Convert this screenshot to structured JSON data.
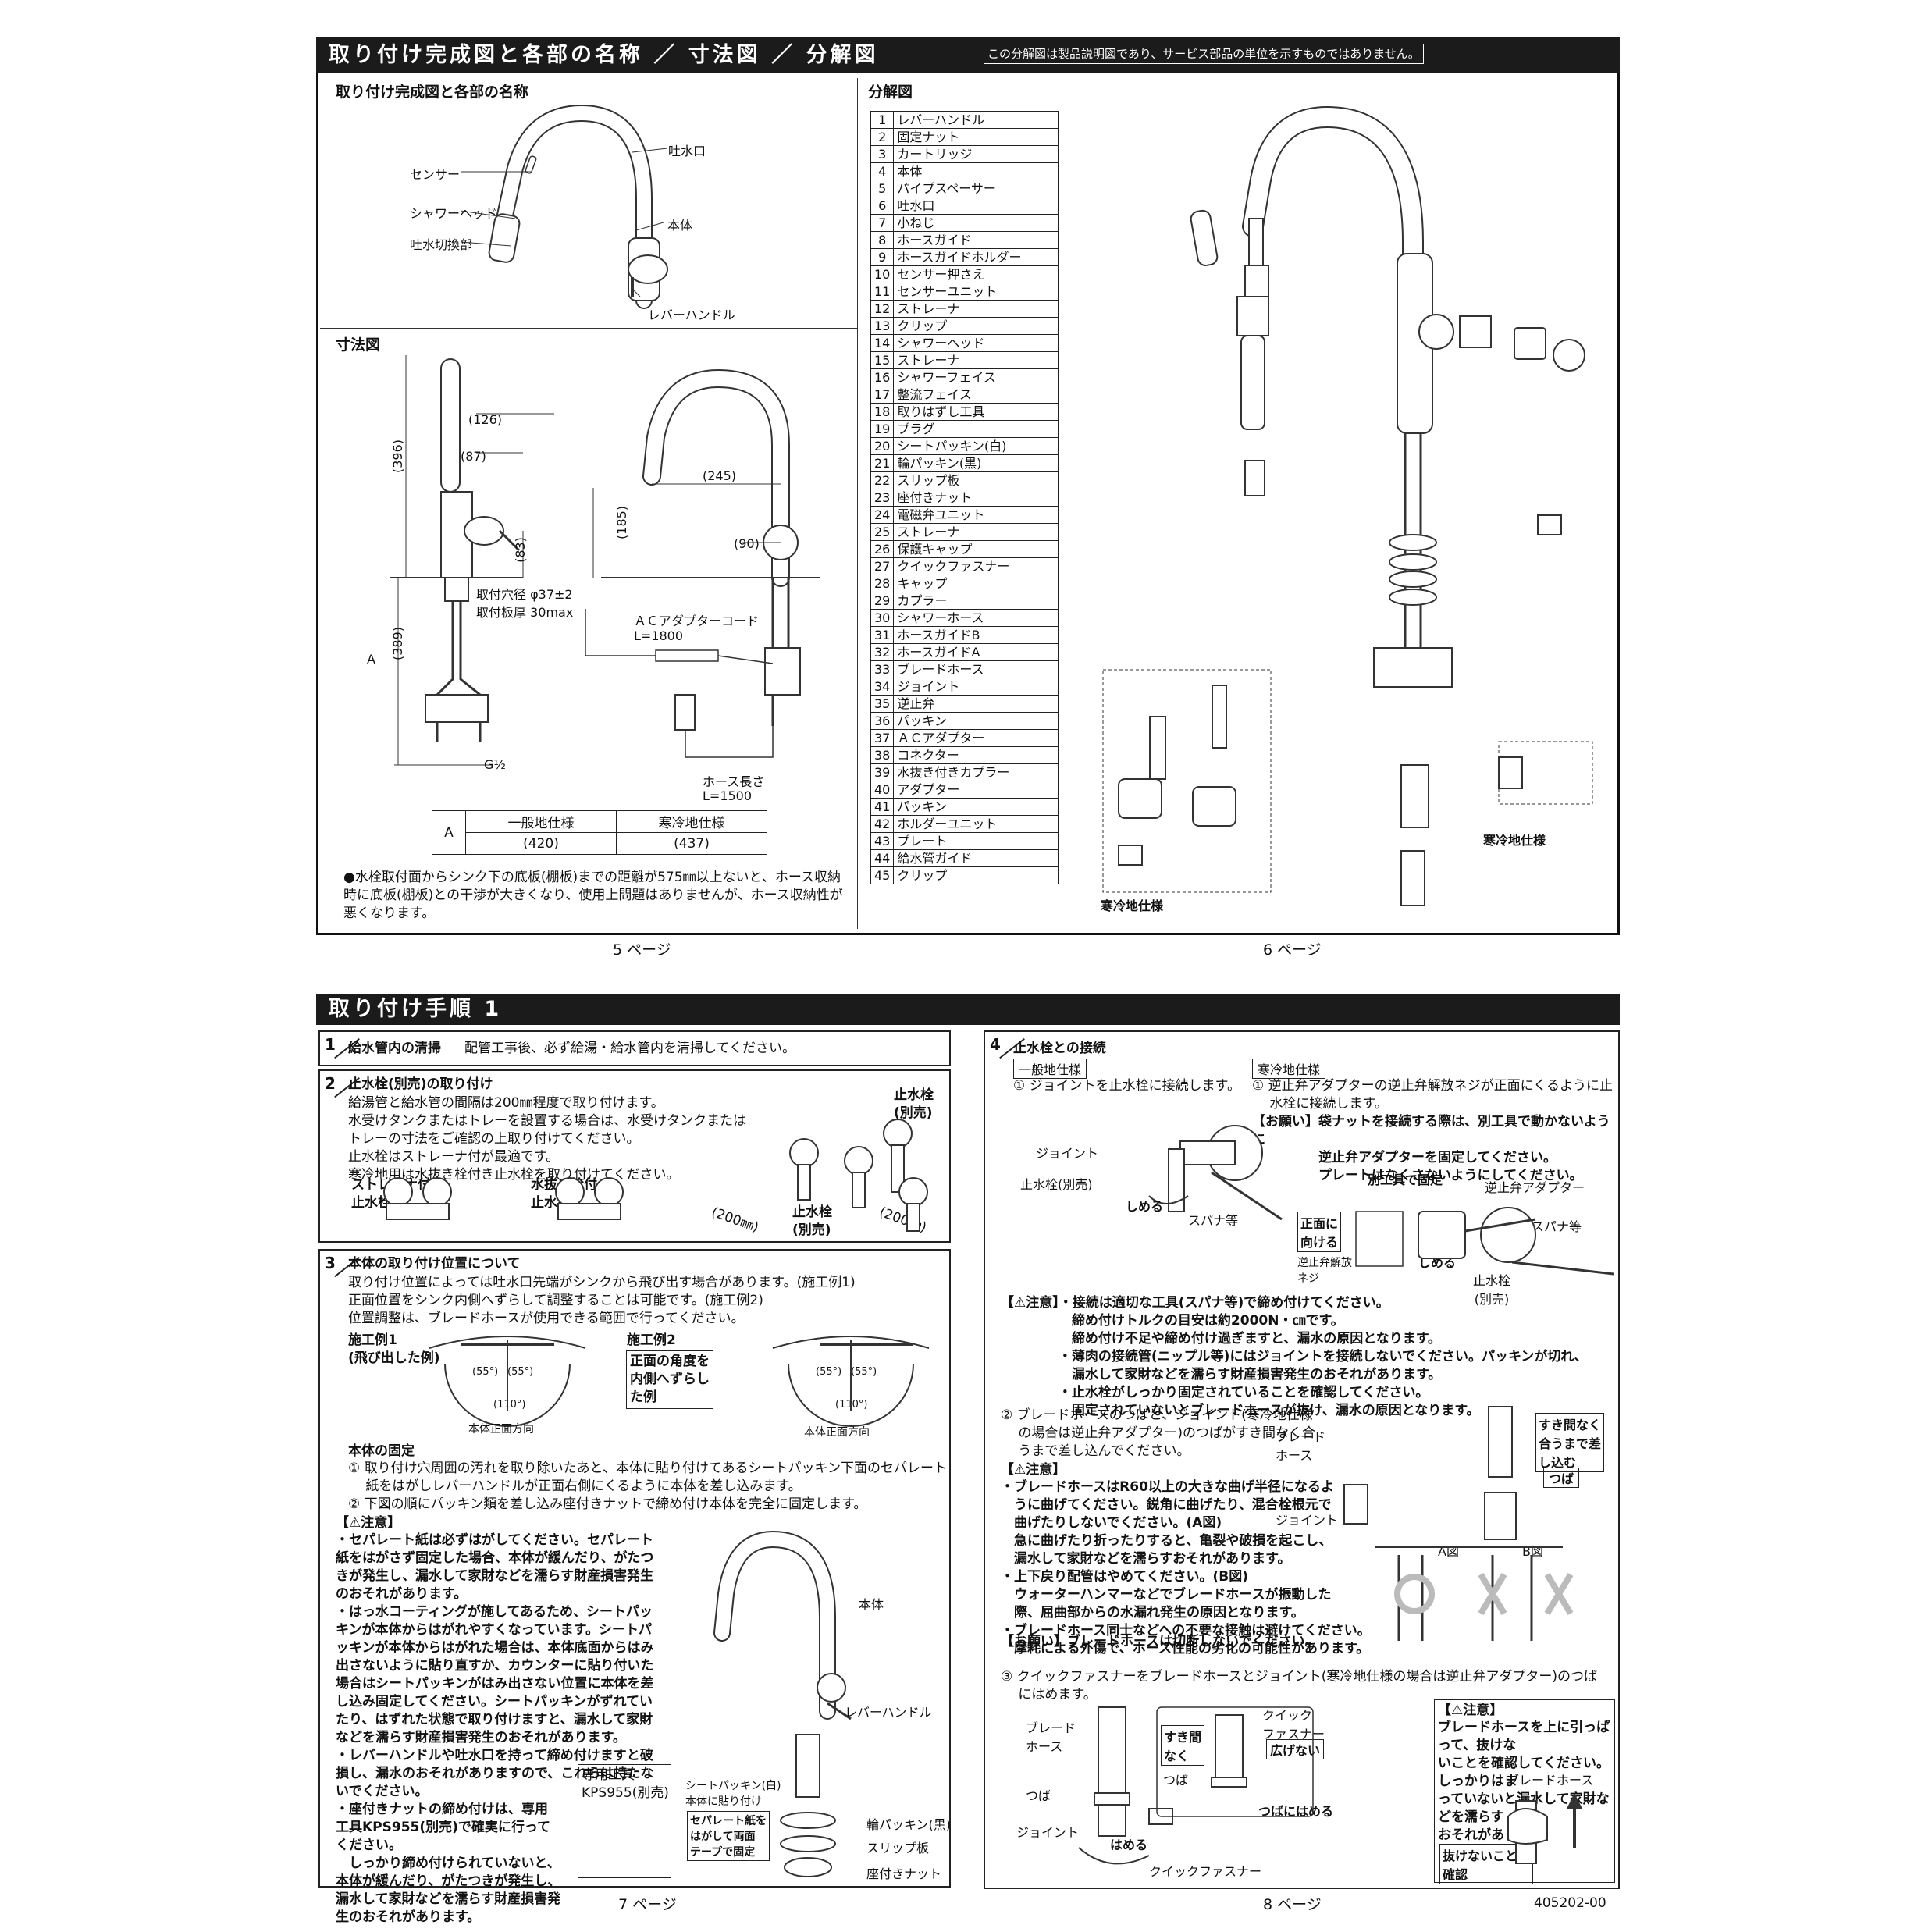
{
  "top_panel": {
    "title": "取り付け完成図と各部の名称 ／ 寸法図 ／ 分解図",
    "note": "この分解図は製品説明図であり、サービス部品の単位を示すものではありません。",
    "names_section": {
      "heading": "取り付け完成図と各部の名称",
      "labels": [
        "センサー",
        "吐水口",
        "シャワーヘッド",
        "本体",
        "吐水切換部",
        "レバーハンドル"
      ]
    },
    "dimension_section": {
      "heading": "寸法図",
      "dims": [
        "(126)",
        "(396)",
        "(87)",
        "(83)",
        "(389)",
        "A",
        "G½",
        "(245)",
        "(185)",
        "(90)"
      ],
      "hole": "取付穴径 φ37±2",
      "thickness": "取付板厚 30max",
      "adapter_cord": "ＡＣアダプターコード",
      "adapter_len": "L=1800",
      "hose_len_label": "ホース長さ",
      "hose_len": "L=1500",
      "table": {
        "row_label": "A",
        "col1_head": "一般地仕様",
        "col2_head": "寒冷地仕様",
        "col1_val": "(420)",
        "col2_val": "(437)"
      },
      "footnote": "●水栓取付面からシンク下の底板(棚板)までの距離が575㎜以上ないと、ホース収納時に底板(棚板)との干渉が大きくなり、使用上問題はありませんが、ホース収納性が悪くなります。"
    },
    "exploded_section": {
      "heading": "分解図",
      "parts": [
        "レバーハンドル",
        "固定ナット",
        "カートリッジ",
        "本体",
        "パイプスペーサー",
        "吐水口",
        "小ねじ",
        "ホースガイド",
        "ホースガイドホルダー",
        "センサー押さえ",
        "センサーユニット",
        "ストレーナ",
        "クリップ",
        "シャワーヘッド",
        "ストレーナ",
        "シャワーフェイス",
        "整流フェイス",
        "取りはずし工具",
        "プラグ",
        "シートパッキン(白)",
        "輪パッキン(黒)",
        "スリップ板",
        "座付きナット",
        "電磁弁ユニット",
        "ストレーナ",
        "保護キャップ",
        "クイックファスナー",
        "キャップ",
        "カプラー",
        "シャワーホース",
        "ホースガイドB",
        "ホースガイドA",
        "ブレードホース",
        "ジョイント",
        "逆止弁",
        "パッキン",
        "ＡＣアダプター",
        "コネクター",
        "水抜き付きカプラー",
        "アダプター",
        "パッキン",
        "ホルダーユニット",
        "プレート",
        "給水管ガイド",
        "クリップ"
      ],
      "cold_label_a": "寒冷地仕様",
      "cold_label_b": "寒冷地仕様"
    },
    "page_left": "5 ページ",
    "page_right": "6 ページ"
  },
  "bottom_panel": {
    "title": "取り付け手順 1",
    "step1": {
      "num": "1",
      "title": "給水管内の清掃",
      "text": "配管工事後、必ず給湯・給水管内を清掃してください。"
    },
    "step2": {
      "num": "2",
      "title": "止水栓(別売)の取り付け",
      "lines": [
        "給湯管と給水管の間隔は200㎜程度で取り付けます。",
        "水受けタンクまたはトレーを設置する場合は、水受けタンクまたは",
        "トレーの寸法をご確認の上取り付けてください。",
        "止水栓はストレーナ付が最適です。",
        "寒冷地用は水抜き栓付き止水栓を取り付けてください。"
      ],
      "strainer": "ストレーナ付\n止水栓",
      "drain": "水抜き栓付\n止水栓",
      "stop_a": "止水栓\n(別売)",
      "stop_b": "止水栓\n(別売)",
      "dim_a": "(200㎜)",
      "dim_b": "(200㎜)"
    },
    "step3": {
      "num": "3",
      "title": "本体の取り付け位置について",
      "lines": [
        "取り付け位置によっては吐水口先端がシンクから飛び出す場合があります。(施工例1)",
        "正面位置をシンク内側へずらして調整することは可能です。(施工例2)",
        "位置調整は、ブレードホースが使用できる範囲で行ってください。"
      ],
      "ex1": "施工例1\n(飛び出した例)",
      "ex2": "施工例2",
      "ex2_box": "正面の角度を\n内側へずらし\nた例",
      "angle55": "(55°)",
      "angle110": "(110°)",
      "front": "本体正面方向",
      "fix_title": "本体の固定",
      "fix_lines": [
        "① 取り付け穴周囲の汚れを取り除いたあと、本体に貼り付けてあるシートパッキン下面のセパレート",
        "　 紙をはがしレバーハンドルが正面右側にくるように本体を差し込みます。",
        "② 下図の順にパッキン類を差し込み座付きナットで締め付け本体を完全に固定します。"
      ],
      "caution_head": "【⚠注意】",
      "cautions": [
        "・セパレート紙は必ずはがしてください。セパレート紙をはがさず固定した場合、本体が緩んだり、がたつきが発生し、漏水して家財などを濡らす財産損害発生のおそれがあります。",
        "・はっ水コーティングが施してあるため、シートパッキンが本体からはがれやすくなっています。シートパッキンが本体からはがれた場合は、本体底面からはみ出さないように貼り直すか、カウンターに貼り付いた場合はシートパッキンがはみ出さない位置に本体を差し込み固定してください。シートパッキンがずれていたり、はずれた状態で取り付けますと、漏水して家財などを濡らす財産損害発生のおそれがあります。",
        "・レバーハンドルや吐水口を持って締め付けますと破損し、漏水のおそれがありますので、これらは持たないでください。",
        "・座付きナットの締め付けは、専用工具KPS955(別売)で確実に行ってください。",
        "　しっかり締め付けられていないと、本体が緩んだり、がたつきが発生し、漏水して家財などを濡らす財産損害発生のおそれがあります。"
      ],
      "tool_box": "専用工具\nKPS955(別売)",
      "lbl_body": "本体",
      "lbl_lever": "レバーハンドル",
      "lbl_seat": "シートパッキン(白)\n本体に貼り付け",
      "lbl_sep": "セパレート紙を\nはがして両面\nテープで固定",
      "lbl_ring": "輪パッキン(黒)",
      "lbl_slip": "スリップ板",
      "lbl_nut": "座付きナット"
    },
    "step4": {
      "num": "4",
      "title": "止水栓との接続",
      "general_tag": "一般地仕様",
      "cold_tag": "寒冷地仕様",
      "g1": "① ジョイントを止水栓に接続します。",
      "c1": [
        "① 逆止弁アダプターの逆止弁解放ネジが正面にくるように止",
        "　 水栓に接続します。"
      ],
      "request1": [
        "【お願い】袋ナットを接続する際は、別工具で動かないように",
        "　　　　　逆止弁アダプターを固定してください。",
        "　　　　　プレートはなくさないようにしてください。"
      ],
      "lbl_joint": "ジョイント",
      "lbl_stopcock": "止水栓(別売)",
      "lbl_tighten": "しめる",
      "lbl_spanner": "スパナ等",
      "lbl_separate_tool": "別工具で固定",
      "lbl_check_adapter": "逆止弁アダプター",
      "lbl_front": "正面に\n向ける",
      "lbl_release": "逆止弁解放\nネジ",
      "lbl_spanner2": "スパナ等",
      "lbl_tighten2": "しめる",
      "lbl_stopcock2": "止水栓\n(別売)",
      "caution1": [
        "【⚠注意】・接続は適切な工具(スパナ等)で締め付けてください。",
        "　　　　　 締め付けトルクの目安は約2000N・㎝です。",
        "　　　　　 締め付け不足や締め付け過ぎますと、漏水の原因となります。",
        "　　　　 ・薄肉の接続管(ニップル等)にはジョイントを接続しないでください。パッキンが切れ、",
        "　　　　　 漏水して家財などを濡らす財産損害発生のおそれがあります。",
        "　　　　 ・止水栓がしっかり固定されていることを確認してください。",
        "　　　　　 固定されていないとブレードホースが抜け、漏水の原因となります。"
      ],
      "s2": [
        "② ブレードホースのつばと、ジョイント(寒冷地仕様",
        "　 の場合は逆止弁アダプター)のつばがすき間なく合",
        "　 うまで差し込んでください。"
      ],
      "caution2_head": "【⚠注意】",
      "caution2": [
        "・ブレードホースはR60以上の大きな曲げ半径になるよ",
        "　うに曲げてください。鋭角に曲げたり、混合栓根元で",
        "　曲げたりしないでください。(A図)",
        "　急に曲げたり折ったりすると、亀裂や破損を起こし、",
        "　漏水して家財などを濡らすおそれがあります。",
        "・上下戻り配管はやめてください。(B図)",
        "　ウォーターハンマーなどでブレードホースが振動した",
        "　際、屈曲部からの水漏れ発生の原因となります。",
        "・ブレードホース同士などへの不要な接触は避けてください。",
        "　摩耗による外傷で、ホース性能の劣化の可能性があります。"
      ],
      "request2": "【お願い】ブレードホースは切断しないでください。",
      "lbl_braid": "ブレード\nホース",
      "lbl_gap": "すき間なく\n合うまで差\nし込む",
      "lbl_tsuba": "つば",
      "lbl_joint2": "ジョイント",
      "lbl_fig_a": "A図",
      "lbl_fig_b": "B図",
      "s3": [
        "③ クイックファスナーをブレードホースとジョイント(寒冷地仕様の場合は逆止弁アダプター)のつば",
        "　 にはめます。"
      ],
      "lbl_braid2": "ブレード\nホース",
      "lbl_nogap": "すき間\nなく",
      "lbl_quick": "クイック\nファスナー",
      "lbl_notopen": "広げない",
      "lbl_tsuba2": "つば",
      "lbl_tsuba3": "つば",
      "lbl_fit": "つばにはめる",
      "lbl_joint3": "ジョイント",
      "lbl_hameru": "はめる",
      "lbl_quick2": "クイックファスナー",
      "caution3_head": "【⚠注意】",
      "caution3": [
        "ブレードホースを上に引っぱって、抜けな",
        "いことを確認してください。しっかりはま",
        "っていないと漏水して家財などを濡らす",
        "おそれがあります。"
      ],
      "lbl_braid3": "ブレードホース",
      "lbl_confirm": "抜けないことを\n確認"
    },
    "page_left": "7 ページ",
    "page_right": "8 ページ",
    "doc_code": "405202-00"
  }
}
